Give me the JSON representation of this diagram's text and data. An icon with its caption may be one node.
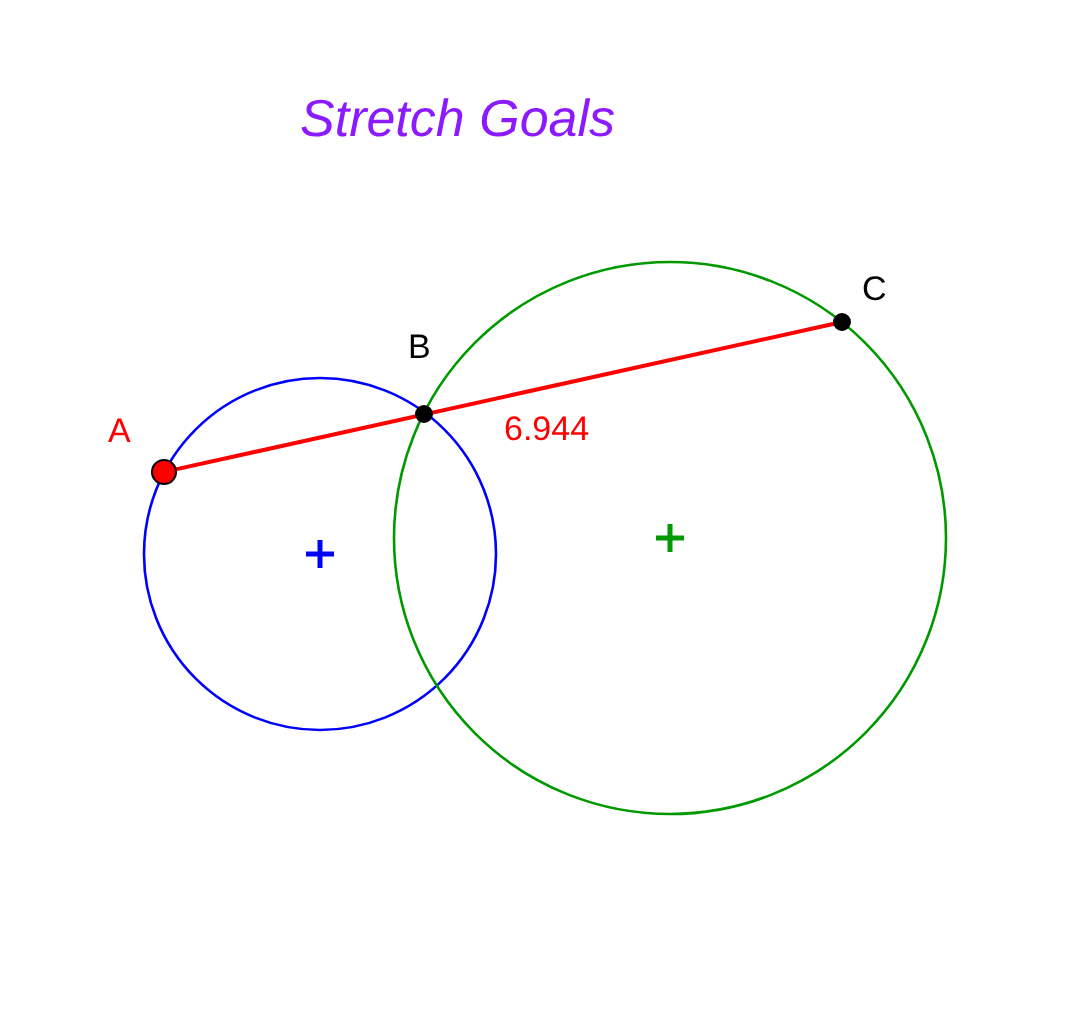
{
  "diagram": {
    "title": "Stretch Goals",
    "nodes": [
      {
        "text": [
          "A"
        ]
      },
      {
        "text": [
          "B"
        ]
      },
      {
        "text": [
          "C"
        ]
      }
    ],
    "edges": [
      {
        "from": 0,
        "to": 2,
        "arrow": "none",
        "label": "6.944",
        "color": "#ff0000"
      }
    ]
  }
}
